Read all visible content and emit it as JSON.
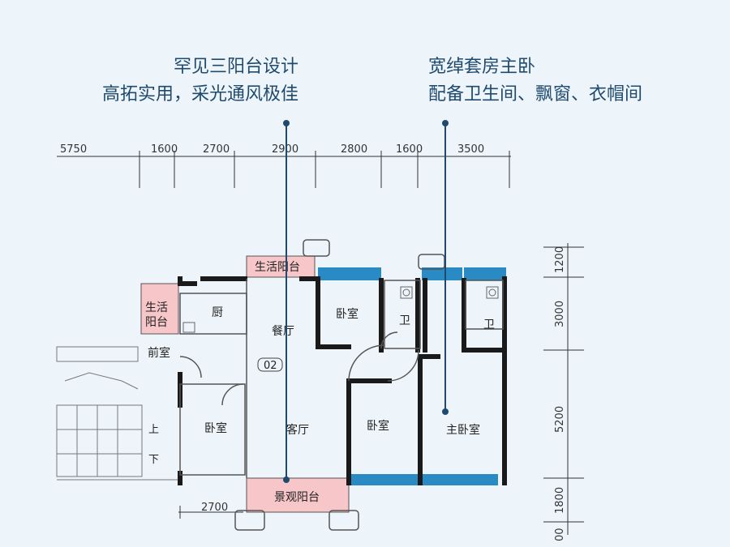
{
  "callouts": {
    "left": {
      "line1": "罕见三阳台设计",
      "line2": "高拓实用，采光通风极佳"
    },
    "right": {
      "line1": "宽绰套房主卧",
      "line2": "配备卫生间、飘窗、衣帽间"
    }
  },
  "top_dimensions": [
    "5750",
    "1600",
    "2700",
    "2900",
    "2800",
    "1600",
    "3500"
  ],
  "right_dimensions": [
    "1200",
    "3000",
    "5200",
    "1800",
    "00"
  ],
  "bottom_dimension": "2700",
  "unit_label": "02",
  "rooms": {
    "life_balcony_top": "生活阳台",
    "life_balcony_left_1": "生活",
    "life_balcony_left_2": "阳台",
    "kitchen": "厨",
    "dining": "餐厅",
    "foyer": "前室",
    "living": "客厅",
    "bedroom_top": "卧室",
    "bath_1": "卫",
    "bath_2": "卫",
    "bedroom_left": "卧室",
    "bedroom_mid": "卧室",
    "master_bedroom": "主卧室",
    "view_balcony": "景观阳台",
    "stair_up": "上",
    "stair_down": "下"
  },
  "colors": {
    "wall": "#1a1a1a",
    "window": "#2a8bc4",
    "balcony": "#f6c6c9",
    "callout_line": "#1f4a6e"
  }
}
